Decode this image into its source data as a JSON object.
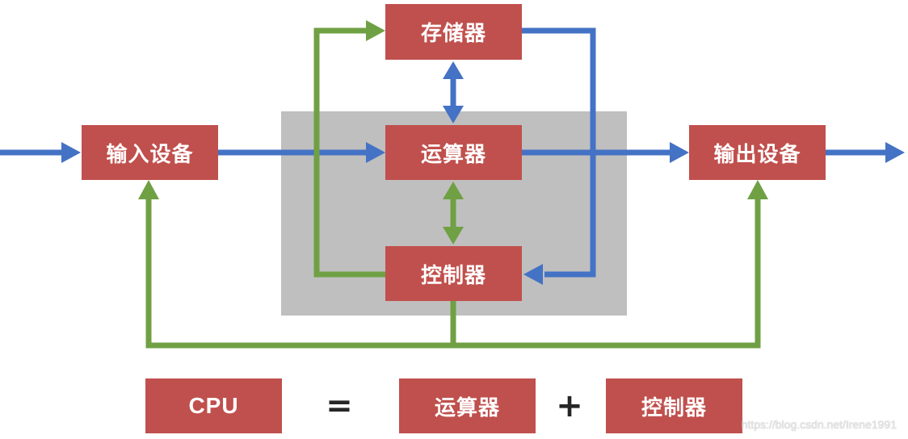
{
  "colors": {
    "box": "#c0504d",
    "cpu_region": "#bfbfbf",
    "data_flow": "#4472c4",
    "control_flow": "#70a044"
  },
  "nodes": {
    "storage": "存储器",
    "alu": "运算器",
    "controller": "控制器",
    "input": "输入设备",
    "output": "输出设备"
  },
  "equation": {
    "lhs": "CPU",
    "equals": "=",
    "term1": "运算器",
    "plus": "+",
    "term2": "控制器"
  },
  "watermark": "https://blog.csdn.net/Irene1991"
}
